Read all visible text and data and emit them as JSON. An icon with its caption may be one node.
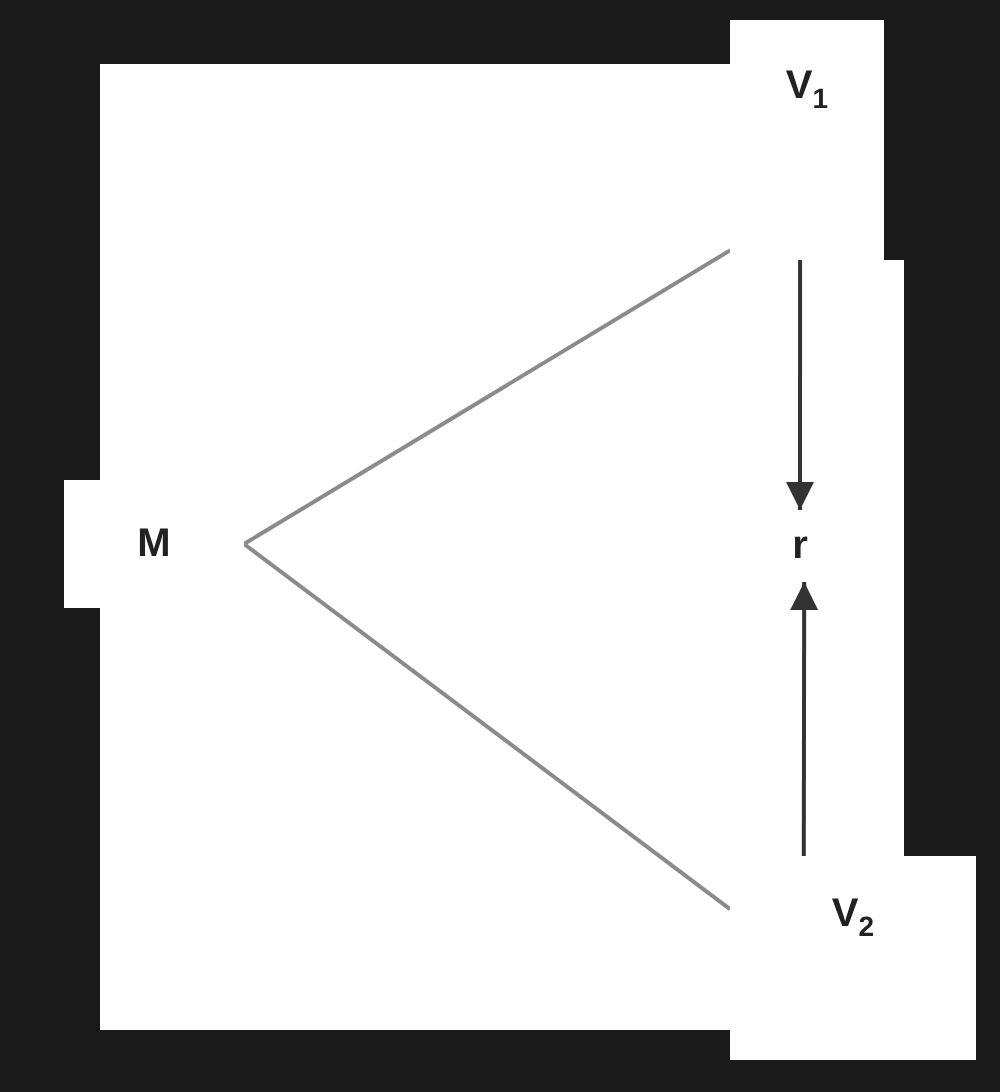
{
  "diagram": {
    "nodes": [
      {
        "text": [
          "M"
        ]
      },
      {
        "text": [
          "V$_{1}$"
        ]
      },
      {
        "text": [
          "r"
        ]
      },
      {
        "text": [
          "V$_{2}$"
        ]
      }
    ],
    "edges": [
      {
        "from": 0,
        "to": 1,
        "arrow": "none",
        "color": "#8a8a8a"
      },
      {
        "from": 0,
        "to": 3,
        "arrow": "none",
        "color": "#8a8a8a"
      },
      {
        "from": 1,
        "to": 2,
        "arrow": "to"
      },
      {
        "from": 3,
        "to": 2,
        "arrow": "to"
      }
    ]
  }
}
